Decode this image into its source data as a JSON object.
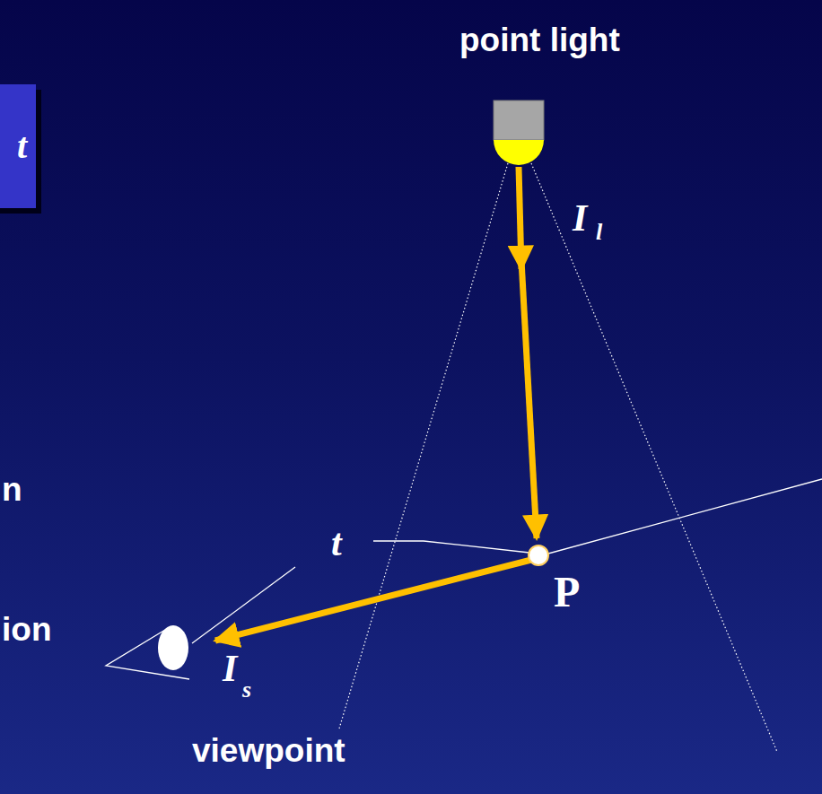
{
  "diagram": {
    "nodes": [
      {
        "text": [
          "t"
        ]
      }
    ],
    "labels": [
      "point light",
      "I",
      "l",
      "t",
      "P",
      "I",
      "s",
      "viewpoint",
      "n",
      "ion"
    ]
  }
}
